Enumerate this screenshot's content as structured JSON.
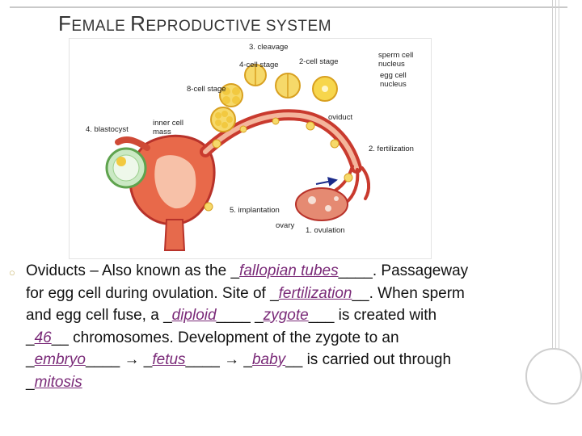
{
  "title": {
    "cap1": "F",
    "rest1": "EMALE ",
    "cap2": "R",
    "rest2": "EPRODUCTIVE SYSTEM"
  },
  "figure": {
    "labels": {
      "cleavage": "3. cleavage",
      "four_cell": "4-cell stage",
      "two_cell": "2-cell stage",
      "sperm_nucleus_1": "sperm cell",
      "sperm_nucleus_2": "nucleus",
      "egg_nucleus_1": "egg cell",
      "egg_nucleus_2": "nucleus",
      "eight_cell": "8-cell stage",
      "inner_cell_1": "inner cell",
      "inner_cell_2": "mass",
      "oviduct": "oviduct",
      "blastocyst": "4. blastocyst",
      "fertilization": "2. fertilization",
      "implantation": "5. implantation",
      "ovary": "ovary",
      "ovulation": "1. ovulation"
    }
  },
  "text": {
    "l1_a": "Oviducts – Also known as the _",
    "l1_ans": "fallopian tubes",
    "l1_b": "____. Passageway",
    "l2_a": "for egg cell during ovulation.  Site of _",
    "l2_ans": "fertilization",
    "l2_b": "__. When sperm",
    "l3_a": "and egg cell fuse, a _",
    "l3_ans1": "diploid",
    "l3_b": "____ _",
    "l3_ans2": "zygote",
    "l3_c": "___ is created with",
    "l4_a": "_",
    "l4_ans": "46",
    "l4_b": "__ chromosomes.  Development of the zygote to an",
    "l5_a": "_",
    "l5_ans1": "embryo",
    "l5_b": "____ → _",
    "l5_ans2": "fetus",
    "l5_c": "____ → _",
    "l5_ans3": "baby",
    "l5_d": "__ is carried out through",
    "l6_a": "_",
    "l6_ans": "mitosis"
  }
}
